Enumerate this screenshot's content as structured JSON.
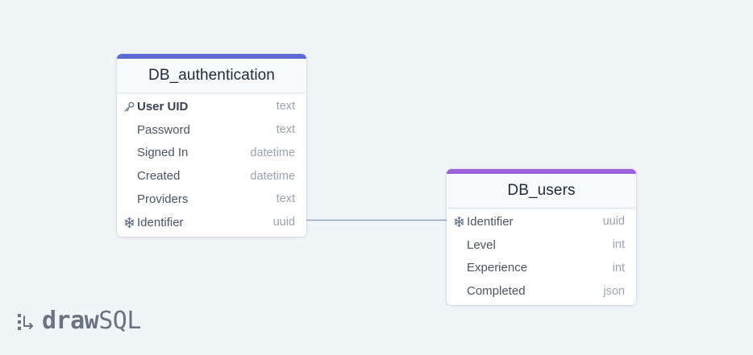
{
  "canvas": {
    "background": "#f0f5f8",
    "connector_color": "#9aa5c4"
  },
  "tables": {
    "auth": {
      "name": "DB_authentication",
      "accent_color": "#5b6bd2",
      "fields": [
        {
          "name": "User UID",
          "type": "text",
          "icon": "key-icon",
          "primary": true
        },
        {
          "name": "Password",
          "type": "text",
          "icon": "",
          "primary": false
        },
        {
          "name": "Signed In",
          "type": "datetime",
          "icon": "",
          "primary": false
        },
        {
          "name": "Created",
          "type": "datetime",
          "icon": "",
          "primary": false
        },
        {
          "name": "Providers",
          "type": "text",
          "icon": "",
          "primary": false
        },
        {
          "name": "Identifier",
          "type": "uuid",
          "icon": "snowflake-icon",
          "primary": false
        }
      ]
    },
    "users": {
      "name": "DB_users",
      "accent_color": "#9b62d9",
      "fields": [
        {
          "name": "Identifier",
          "type": "uuid",
          "icon": "snowflake-icon",
          "primary": false
        },
        {
          "name": "Level",
          "type": "int",
          "icon": "",
          "primary": false
        },
        {
          "name": "Experience",
          "type": "int",
          "icon": "",
          "primary": false
        },
        {
          "name": "Completed",
          "type": "json",
          "icon": "",
          "primary": false
        }
      ]
    }
  },
  "logo": {
    "draw": "draw",
    "sql": "SQL"
  }
}
